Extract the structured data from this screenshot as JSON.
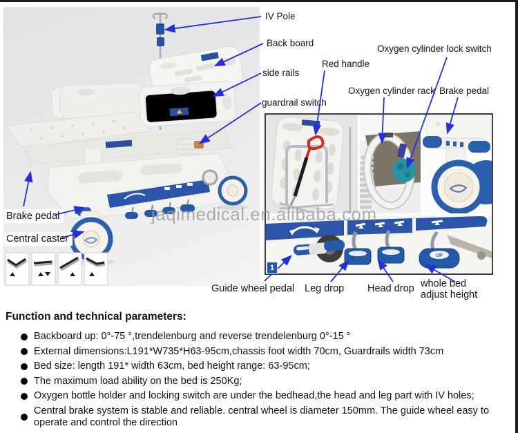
{
  "watermark": "jaqimedical.en.alibaba.com",
  "diagram": {
    "labels": {
      "iv_pole": "IV Pole",
      "back_board": "Back board",
      "side_rails": "side rails",
      "guardrail_switch": "guardrail switch",
      "red_handle": "Red handle",
      "oxygen_lock": "Oxygen cylinder lock switch",
      "oxygen_rack": "Oxygen cylinder rack",
      "brake_pedal_right": "Brake pedal",
      "brake_pedal_left": "Brake pedal",
      "central_caster": "Central caster",
      "guide_wheel_pedal": "Guide wheel pedal",
      "leg_drop": "Leg drop",
      "head_drop": "Head drop",
      "whole_bed_1": "whole bed",
      "whole_bed_2": "adjust height"
    },
    "thumbnail_index": "1",
    "pedal_up_label": "UP",
    "colors": {
      "arrow_blue": "#2330d8",
      "accent_blue": "#2b55a8",
      "teal_knob": "#2593a4",
      "red_handle": "#d SPEC",
      "handle_red": "#d42b1f"
    }
  },
  "specs": {
    "heading": "Function and technical parameters:",
    "bullets": [
      "Backboard up: 0°-75 °,trendelenburg and reverse trendelenburg 0°-15 °",
      "External dimensions:L191*W735*H63-95cm,chassis foot width 70cm, Guardrails width 73cm",
      "Bed size: length 191* width 63cm, bed height range: 63-95cm;",
      "The maximum load ability on the bed is 250Kg;",
      "Oxygen bottle holder and locking switch are under the bedhead,the head and leg part with IV holes;",
      "Central brake system is stable and reliable. central wheel is diameter 150mm. The guide wheel easy to operate and control the direction"
    ]
  }
}
